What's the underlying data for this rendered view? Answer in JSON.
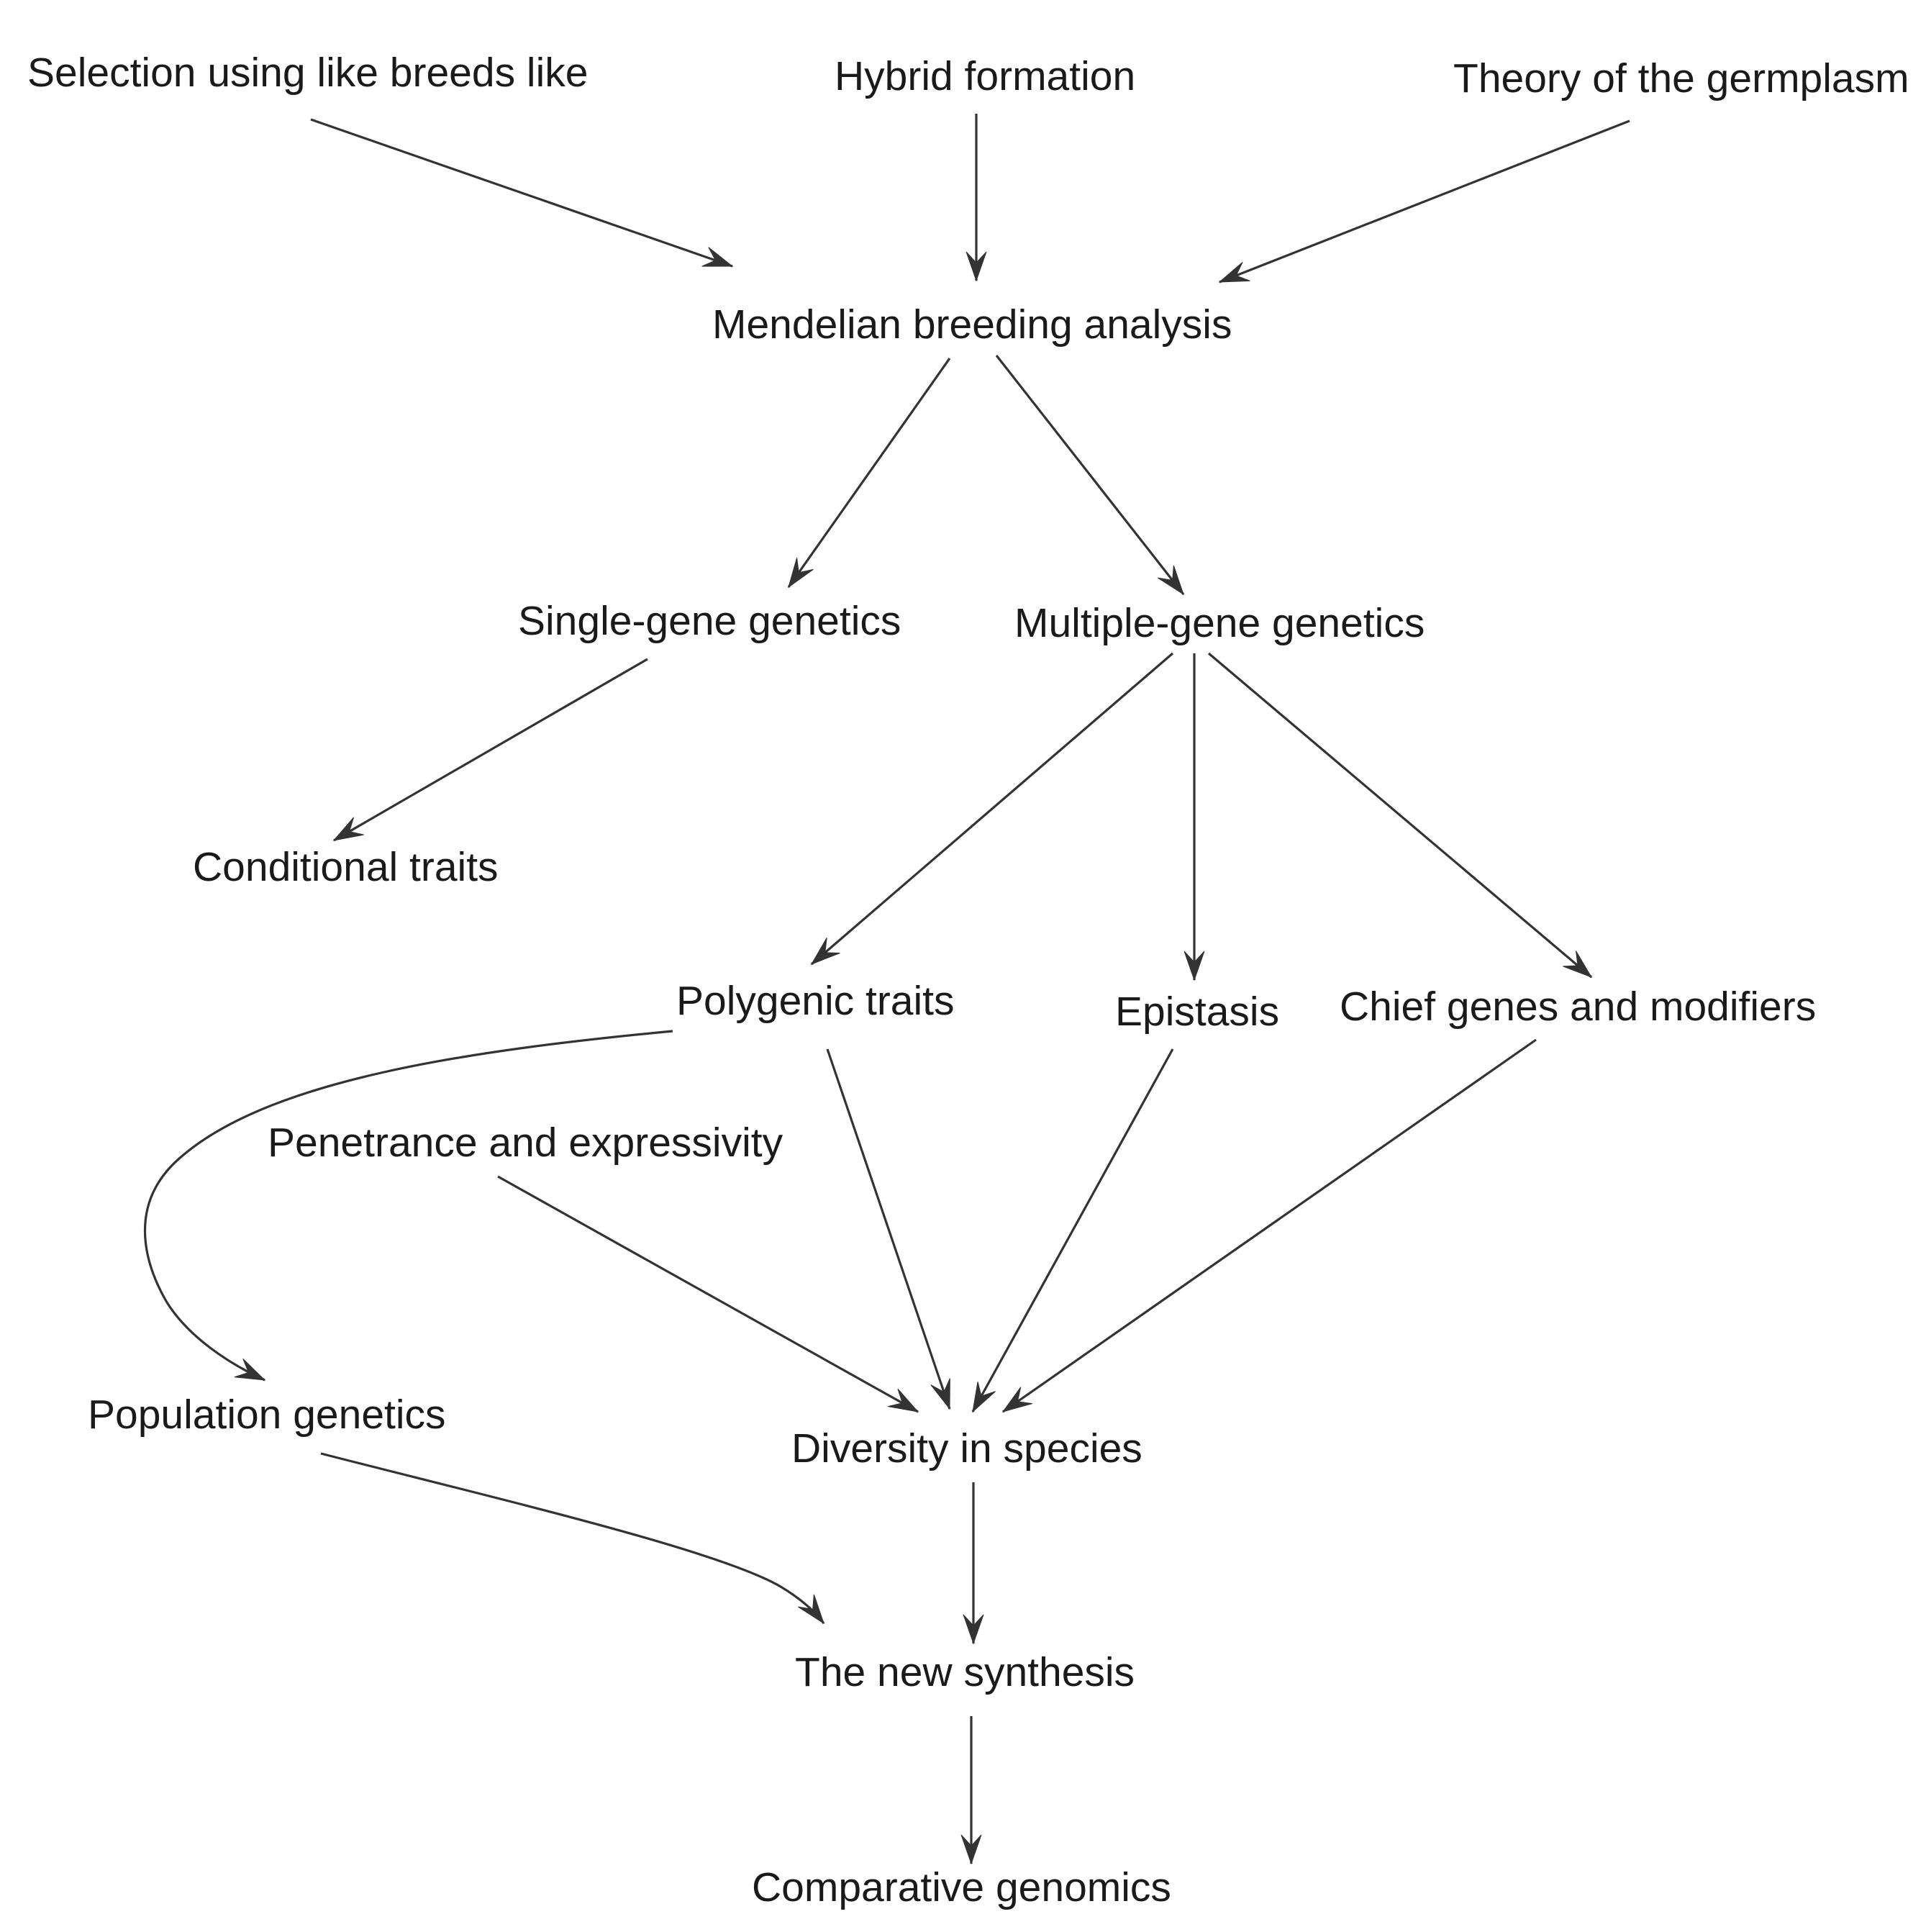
{
  "nodes": [
    {
      "id": "selection",
      "label": "Selection using like breeds like"
    },
    {
      "id": "hybrid",
      "label": "Hybrid formation"
    },
    {
      "id": "germplasm",
      "label": "Theory of the germplasm"
    },
    {
      "id": "mendelian",
      "label": "Mendelian breeding analysis"
    },
    {
      "id": "single_gene",
      "label": "Single-gene genetics"
    },
    {
      "id": "multiple_gene",
      "label": "Multiple-gene genetics"
    },
    {
      "id": "conditional",
      "label": "Conditional traits"
    },
    {
      "id": "polygenic",
      "label": "Polygenic traits"
    },
    {
      "id": "epistasis",
      "label": "Epistasis"
    },
    {
      "id": "chief_genes",
      "label": "Chief genes and modifiers"
    },
    {
      "id": "penetrance",
      "label": "Penetrance and expressivity"
    },
    {
      "id": "population",
      "label": "Population genetics"
    },
    {
      "id": "diversity",
      "label": "Diversity in species"
    },
    {
      "id": "new_synthesis",
      "label": "The new synthesis"
    },
    {
      "id": "comparative",
      "label": "Comparative genomics"
    }
  ],
  "edges": [
    {
      "from": "selection",
      "to": "mendelian"
    },
    {
      "from": "hybrid",
      "to": "mendelian"
    },
    {
      "from": "germplasm",
      "to": "mendelian"
    },
    {
      "from": "mendelian",
      "to": "single_gene"
    },
    {
      "from": "mendelian",
      "to": "multiple_gene"
    },
    {
      "from": "single_gene",
      "to": "conditional"
    },
    {
      "from": "multiple_gene",
      "to": "polygenic"
    },
    {
      "from": "multiple_gene",
      "to": "epistasis"
    },
    {
      "from": "multiple_gene",
      "to": "chief_genes"
    },
    {
      "from": "polygenic",
      "to": "population"
    },
    {
      "from": "polygenic",
      "to": "diversity"
    },
    {
      "from": "penetrance",
      "to": "diversity"
    },
    {
      "from": "epistasis",
      "to": "diversity"
    },
    {
      "from": "chief_genes",
      "to": "diversity"
    },
    {
      "from": "population",
      "to": "new_synthesis"
    },
    {
      "from": "diversity",
      "to": "new_synthesis"
    },
    {
      "from": "new_synthesis",
      "to": "comparative"
    }
  ]
}
